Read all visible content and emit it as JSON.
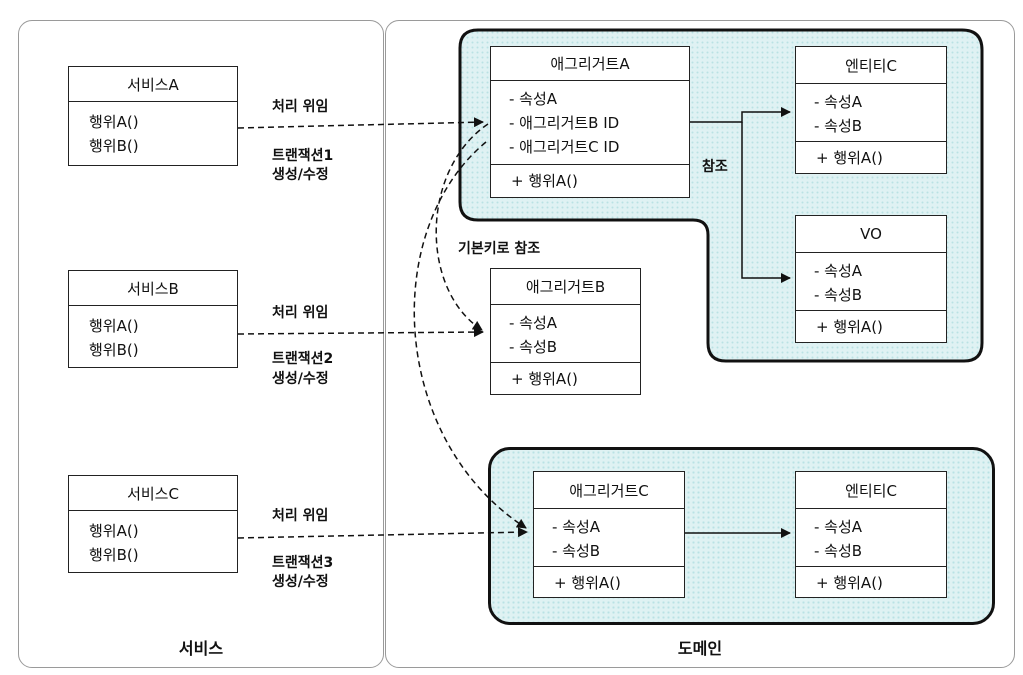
{
  "panels": {
    "service_title": "서비스",
    "domain_title": "도메인"
  },
  "services": [
    {
      "name": "서비스A",
      "ops": [
        "행위A()",
        "행위B()"
      ],
      "delegate": "처리 위임",
      "txn": [
        "트랜잭션1",
        "생성/수정"
      ]
    },
    {
      "name": "서비스B",
      "ops": [
        "행위A()",
        "행위B()"
      ],
      "delegate": "처리 위임",
      "txn": [
        "트랜잭션2",
        "생성/수정"
      ]
    },
    {
      "name": "서비스C",
      "ops": [
        "행위A()",
        "행위B()"
      ],
      "delegate": "처리 위임",
      "txn": [
        "트랜잭션3",
        "생성/수정"
      ]
    }
  ],
  "aggregate_a": {
    "name": "애그리거트A",
    "attrs": [
      "- 속성A",
      "- 애그리거트B ID",
      "- 애그리거트C ID"
    ],
    "op": "+ 행위A()"
  },
  "entity_c_top": {
    "name": "엔티티C",
    "attrs": [
      "-  속성A",
      "-  속성B"
    ],
    "op": "+ 행위A()"
  },
  "vo": {
    "name": "VO",
    "attrs": [
      "-  속성A",
      "-  속성B"
    ],
    "op": "+ 행위A()"
  },
  "aggregate_b": {
    "name": "애그리거트B",
    "attrs": [
      "-  속성A",
      "-  속성B"
    ],
    "op": "+ 행위A()"
  },
  "aggregate_c": {
    "name": "애그리거트C",
    "attrs": [
      "-  속성A",
      "-  속성B"
    ],
    "op": "+ 행위A()"
  },
  "entity_c_bottom": {
    "name": "엔티티C",
    "attrs": [
      "-  속성A",
      "-  속성B"
    ],
    "op": "+ 행위A()"
  },
  "labels": {
    "reference": "참조",
    "primary_key_ref": "기본키로 참조"
  },
  "colors": {
    "group_fill": "#dff2f3",
    "group_border": "#111111",
    "panel_border": "#9a9a9a"
  }
}
